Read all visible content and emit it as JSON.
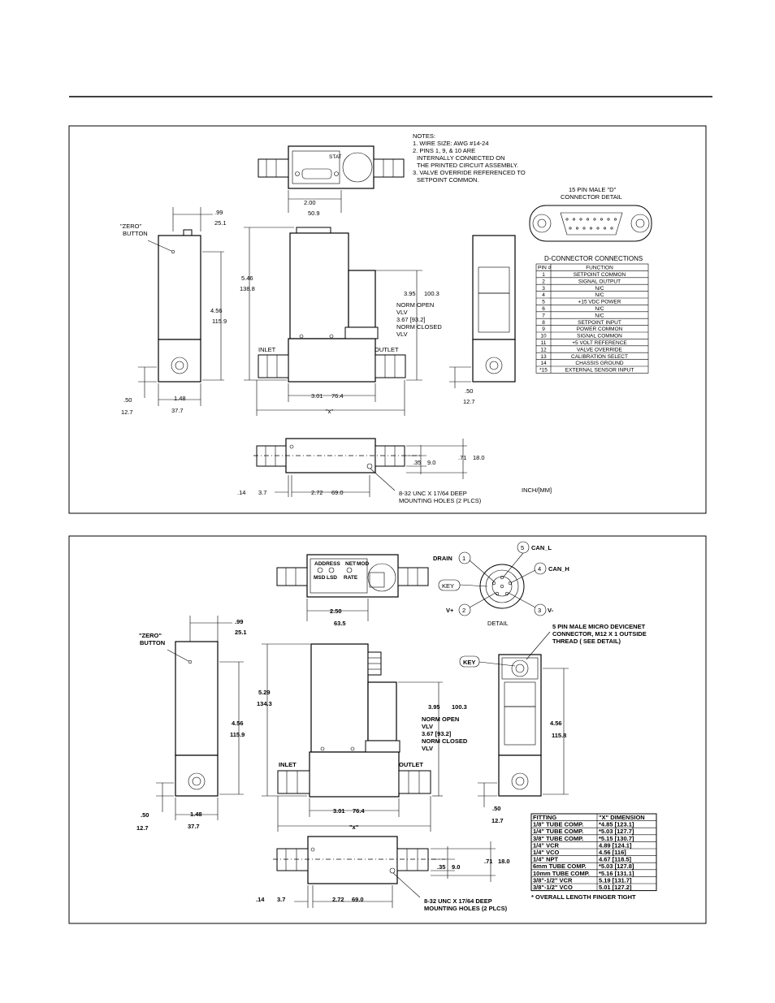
{
  "dimensions": {
    "d099": ".99",
    "d251": "25.1",
    "d200": "2.00",
    "d509": "50.9",
    "d250": "2.50",
    "d635": "63.5",
    "d546": "5.46",
    "d1388": "138.8",
    "d529": "5.29",
    "d1343": "134.3",
    "d456": "4.56",
    "d1159": "115.9",
    "d1158": "115.8",
    "d395": "3.95",
    "d1003": "100.3",
    "d050": ".50",
    "d127": "12.7",
    "d148": "1.48",
    "d377": "37.7",
    "d301": "3.01",
    "d764": "76.4",
    "dx": "\"x\"",
    "d035": ".35",
    "d90": "9.0",
    "d071": ".71",
    "d180": "18.0",
    "d014": ".14",
    "d37": "3.7",
    "d272": "2.72",
    "d690": "69.0"
  },
  "labels": {
    "zero1": "\"ZERO\"",
    "zero2": "BUTTON",
    "inlet": "INLET",
    "outlet": "OUTLET",
    "norm_open": "NORM OPEN",
    "vlv": "VLV",
    "dim367": "3.67 [93.2]",
    "norm_closed": "NORM CLOSED",
    "mount1": "8-32 UNC X 17/64 DEEP",
    "mount2": "MOUNTING HOLES (2 PLCS)",
    "units": "INCH/[MM]",
    "stat": "STAT",
    "address": "ADDRESS",
    "msd": "MSD",
    "lsd": "LSD",
    "rate": "RATE",
    "net": "NET",
    "mod": "MOD",
    "key": "KEY",
    "detail": "DETAIL"
  },
  "notes": {
    "title": "NOTES:",
    "lines": [
      "1. WIRE SIZE: AWG #14-24",
      "2. PINS 1, 9, & 10 ARE",
      "INTERNALLY CONNECTED ON",
      "THE PRINTED CIRCUIT ASSEMBLY.",
      "3. VALVE OVERRIDE REFERENCED TO",
      "SETPOINT COMMON."
    ]
  },
  "dconn_detail": {
    "line1": "15 PIN MALE \"D\"",
    "line2": "CONNECTOR DETAIL"
  },
  "dconn_table": {
    "title": "D-CONNECTOR CONNECTIONS",
    "headers": [
      "PIN #",
      "FUNCTION"
    ],
    "rows": [
      [
        "1",
        "SETPOINT COMMON"
      ],
      [
        "2",
        "SIGNAL OUTPUT"
      ],
      [
        "3",
        "N/C"
      ],
      [
        "4",
        "N/C"
      ],
      [
        "5",
        "+15 VDC POWER"
      ],
      [
        "6",
        "N/C"
      ],
      [
        "7",
        "N/C"
      ],
      [
        "8",
        "SETPOINT INPUT"
      ],
      [
        "9",
        "POWER COMMON"
      ],
      [
        "10",
        "SIGNAL COMMON"
      ],
      [
        "11",
        "+5 VOLT REFERENCE"
      ],
      [
        "12",
        "VALVE OVERRIDE"
      ],
      [
        "13",
        "CALIBRATION SELECT"
      ],
      [
        "14",
        "CHASSIS GROUND"
      ],
      [
        "*15",
        "EXTERNAL SENSOR INPUT"
      ]
    ]
  },
  "devicenet": {
    "pins": [
      {
        "num": "1",
        "label": "DRAIN"
      },
      {
        "num": "2",
        "label": "V+"
      },
      {
        "num": "3",
        "label": "V-"
      },
      {
        "num": "4",
        "label": "CAN_H"
      },
      {
        "num": "5",
        "label": "CAN_L"
      }
    ],
    "note1": "5 PIN MALE MICRO DEVICENET",
    "note2": "CONNECTOR, M12 X 1 OUTSIDE",
    "note3": "THREAD ( SEE DETAIL)"
  },
  "fitting_table": {
    "headers": [
      "FITTING",
      "\"X\" DIMENSION"
    ],
    "rows": [
      [
        "1/8\" TUBE COMP.",
        "*4.85 [123.1]"
      ],
      [
        "1/4\" TUBE COMP.",
        "*5.03 [127.7]"
      ],
      [
        "3/8\" TUBE COMP.",
        "*5.15 [130.7]"
      ],
      [
        "1/4\" VCR",
        "4.89 [124.1]"
      ],
      [
        "1/4\" VCO",
        "4.56 [116]"
      ],
      [
        "1/4\" NPT",
        "4.67 [118.5]"
      ],
      [
        "6mm TUBE COMP.",
        "*5.03 [127.8]"
      ],
      [
        "10mm TUBE COMP.",
        "*5.16 [131.1]"
      ],
      [
        "3/8\"-1/2\" VCR",
        "5.19 [131.7]"
      ],
      [
        "3/8\"-1/2\" VCO",
        "5.01 [127.2]"
      ]
    ],
    "footnote": "* OVERALL LENGTH FINGER TIGHT"
  }
}
